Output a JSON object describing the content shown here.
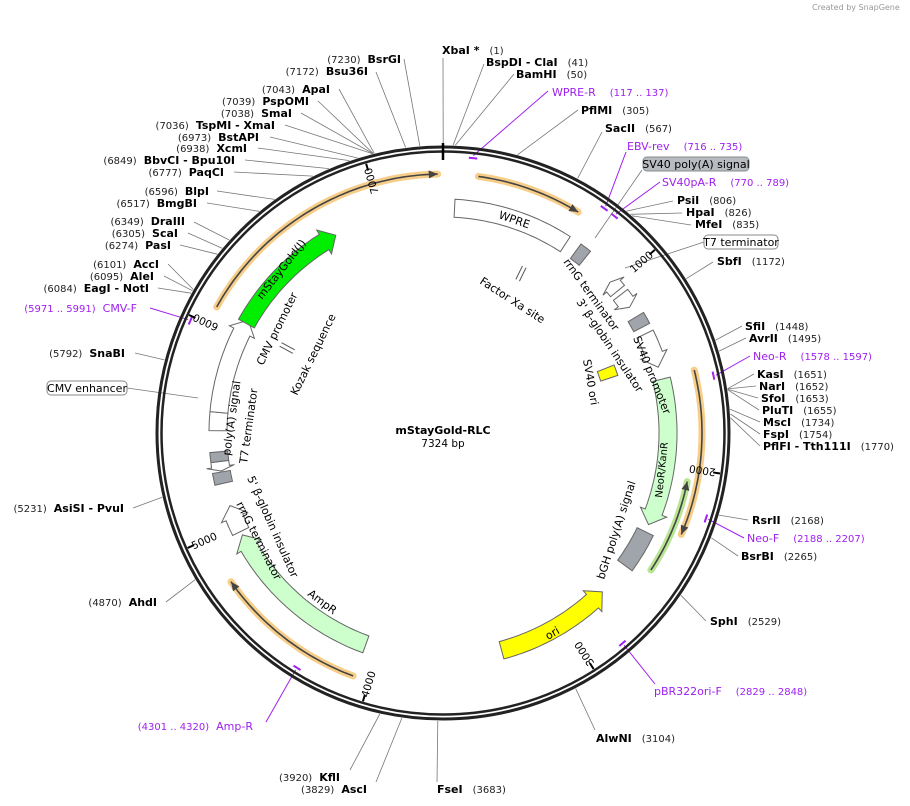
{
  "credit": "Created by SnapGene",
  "plasmid": {
    "name": "mStayGold-RLC",
    "length_label": "7324 bp",
    "length": 7324
  },
  "colors": {
    "ring": "#222222",
    "primer": "#a020f0",
    "orf_orange": "#f5c26b",
    "orf_green": "#a8e07a",
    "cds_green": "#00ee00",
    "marker_green": "#ccffcc",
    "ori_yellow": "#ffff00",
    "terminator_gray": "#a0a4ab"
  },
  "ticks": [
    "1000",
    "2000",
    "3000",
    "4000",
    "5000",
    "6000",
    "7000"
  ],
  "enzymes": [
    {
      "name": "BsrGI",
      "site": 7230,
      "side": "left"
    },
    {
      "name": "Bsu36I",
      "site": 7172,
      "side": "left"
    },
    {
      "name": "ApaI",
      "site": 7043,
      "side": "left"
    },
    {
      "name": "PspOMI",
      "site": 7039,
      "side": "left"
    },
    {
      "name": "SmaI",
      "site": 7038,
      "side": "left"
    },
    {
      "name": "TspMI  - XmaI",
      "site": 7036,
      "side": "left"
    },
    {
      "name": "BstAPI",
      "site": 6973,
      "side": "left"
    },
    {
      "name": "XcmI",
      "site": 6938,
      "side": "left"
    },
    {
      "name": "BbvCI  - Bpu10I",
      "site": 6849,
      "side": "left"
    },
    {
      "name": "PaqCI",
      "site": 6777,
      "side": "left"
    },
    {
      "name": "BlpI",
      "site": 6596,
      "side": "left"
    },
    {
      "name": "BmgBI",
      "site": 6517,
      "side": "left"
    },
    {
      "name": "DraIII",
      "site": 6349,
      "side": "left"
    },
    {
      "name": "ScaI",
      "site": 6305,
      "side": "left"
    },
    {
      "name": "PasI",
      "site": 6274,
      "side": "left"
    },
    {
      "name": "AccI",
      "site": 6101,
      "side": "left"
    },
    {
      "name": "AleI",
      "site": 6095,
      "side": "left"
    },
    {
      "name": "EagI  - NotI",
      "site": 6084,
      "side": "left"
    },
    {
      "name": "SnaBI",
      "site": 5792,
      "side": "left"
    },
    {
      "name": "AsiSI  - PvuI",
      "site": 5231,
      "side": "left"
    },
    {
      "name": "AhdI",
      "site": 4870,
      "side": "left"
    },
    {
      "name": "KflI",
      "site": 3920,
      "side": "left"
    },
    {
      "name": "AscI",
      "site": 3829,
      "side": "left"
    },
    {
      "name": "XbaI *",
      "site": 1,
      "side": "right"
    },
    {
      "name": "BspDI  - ClaI",
      "site": 41,
      "side": "right"
    },
    {
      "name": "BamHI",
      "site": 50,
      "side": "right"
    },
    {
      "name": "PflMI",
      "site": 305,
      "side": "right"
    },
    {
      "name": "SacII",
      "site": 567,
      "side": "right"
    },
    {
      "name": "PsiI",
      "site": 806,
      "side": "right"
    },
    {
      "name": "HpaI",
      "site": 826,
      "side": "right"
    },
    {
      "name": "MfeI",
      "site": 835,
      "side": "right"
    },
    {
      "name": "SbfI",
      "site": 1172,
      "side": "right"
    },
    {
      "name": "SfiI",
      "site": 1448,
      "side": "right"
    },
    {
      "name": "AvrII",
      "site": 1495,
      "side": "right"
    },
    {
      "name": "KasI",
      "site": 1651,
      "side": "right"
    },
    {
      "name": "NarI",
      "site": 1652,
      "side": "right"
    },
    {
      "name": "SfoI",
      "site": 1653,
      "side": "right"
    },
    {
      "name": "PluTI",
      "site": 1655,
      "side": "right"
    },
    {
      "name": "MscI",
      "site": 1734,
      "side": "right"
    },
    {
      "name": "FspI",
      "site": 1754,
      "side": "right"
    },
    {
      "name": "PflFI  - Tth111I",
      "site": 1770,
      "side": "right"
    },
    {
      "name": "RsrII",
      "site": 2168,
      "side": "right"
    },
    {
      "name": "BsrBI",
      "site": 2265,
      "side": "right"
    },
    {
      "name": "SphI",
      "site": 2529,
      "side": "right"
    },
    {
      "name": "AlwNI",
      "site": 3104,
      "side": "right"
    },
    {
      "name": "FseI",
      "site": 3683,
      "side": "right"
    }
  ],
  "primers": [
    {
      "name": "WPRE-R",
      "range": "(117 .. 137)",
      "start": 117,
      "end": 137,
      "side": "right"
    },
    {
      "name": "EBV-rev",
      "range": "(716 .. 735)",
      "start": 716,
      "end": 735,
      "side": "right"
    },
    {
      "name": "SV40pA-R",
      "range": "(770 .. 789)",
      "start": 770,
      "end": 789,
      "side": "right"
    },
    {
      "name": "Neo-R",
      "range": "(1578 .. 1597)",
      "start": 1578,
      "end": 1597,
      "side": "right"
    },
    {
      "name": "Neo-F",
      "range": "(2188 .. 2207)",
      "start": 2188,
      "end": 2207,
      "side": "right"
    },
    {
      "name": "pBR322ori-F",
      "range": "(2829 .. 2848)",
      "start": 2829,
      "end": 2848,
      "side": "right"
    },
    {
      "name": "Amp-R",
      "range": "(4301 .. 4320)",
      "start": 4301,
      "end": 4320,
      "side": "left"
    },
    {
      "name": "CMV-F",
      "range": "(5971 .. 5991)",
      "start": 5971,
      "end": 5991,
      "side": "left"
    }
  ],
  "boxed_labels": [
    {
      "text": "SV40 poly(A) signal",
      "site": 770,
      "style": "filled"
    },
    {
      "text": "T7 terminator",
      "site": 1000,
      "style": "outline"
    },
    {
      "text": "CMV enhancer",
      "site": 5600,
      "style": "outline"
    }
  ],
  "features": [
    {
      "label": "WPRE",
      "start": 60,
      "end": 670,
      "dir": 0,
      "type": "misc"
    },
    {
      "label": "rrnG terminator",
      "start": 735,
      "end": 795,
      "dir": 0,
      "type": "terminator"
    },
    {
      "label": "",
      "start": 975,
      "end": 1035,
      "dir": -1,
      "type": "misc"
    },
    {
      "label": "3' β-globin insulator",
      "start": 1060,
      "end": 1140,
      "dir": 1,
      "type": "misc"
    },
    {
      "label": "",
      "start": 1200,
      "end": 1262,
      "dir": 0,
      "type": "terminator"
    },
    {
      "label": "SV40 promoter",
      "start": 1300,
      "end": 1485,
      "dir": 1,
      "type": "misc"
    },
    {
      "label": "NeoR/KanR",
      "start": 1550,
      "end": 2320,
      "dir": 1,
      "type": "marker"
    },
    {
      "label": "bGH poly(A) signal",
      "start": 2360,
      "end": 2565,
      "dir": 0,
      "type": "terminator"
    },
    {
      "label": "ori",
      "start": 2745,
      "end": 3355,
      "dir": -1,
      "type": "ori"
    },
    {
      "label": "AmpR",
      "start": 4070,
      "end": 4945,
      "dir": 1,
      "type": "marker"
    },
    {
      "label": "rrnG terminator",
      "start": 4965,
      "end": 5110,
      "dir": 1,
      "type": "misc"
    },
    {
      "label": "5' β-globin insulator",
      "start": 5230,
      "end": 5290,
      "dir": 0,
      "type": "terminator"
    },
    {
      "label": "",
      "start": 5295,
      "end": 5345,
      "dir": -1,
      "type": "misc"
    },
    {
      "label": "T7 terminator",
      "start": 5345,
      "end": 5395,
      "dir": 0,
      "type": "terminator"
    },
    {
      "label": "poly(A) signal",
      "start": 5505,
      "end": 5600,
      "dir": 0,
      "type": "misc"
    },
    {
      "label": "CMV promoter",
      "start": 5600,
      "end": 6105,
      "dir": 1,
      "type": "misc"
    },
    {
      "label": "mStayGold(J)",
      "start": 6085,
      "end": 6745,
      "dir": 1,
      "type": "cds"
    }
  ],
  "inner_features": [
    {
      "label": "SV40 ori",
      "start": 1390,
      "end": 1460,
      "type": "ori"
    },
    {
      "label": "Factor Xa site",
      "site": 530,
      "type": "site"
    },
    {
      "label": "Kozak sequence",
      "site": 6075,
      "type": "site"
    }
  ],
  "orfs": [
    {
      "start": 6085,
      "end": 7300,
      "dir": 1,
      "color": "orange"
    },
    {
      "start": 160,
      "end": 640,
      "dir": 1,
      "color": "orange"
    },
    {
      "start": 1545,
      "end": 2300,
      "dir": 1,
      "color": "orange"
    },
    {
      "start": 2060,
      "end": 2510,
      "dir": -1,
      "color": "green"
    },
    {
      "start": 4075,
      "end": 4780,
      "dir": 1,
      "color": "orange"
    }
  ]
}
